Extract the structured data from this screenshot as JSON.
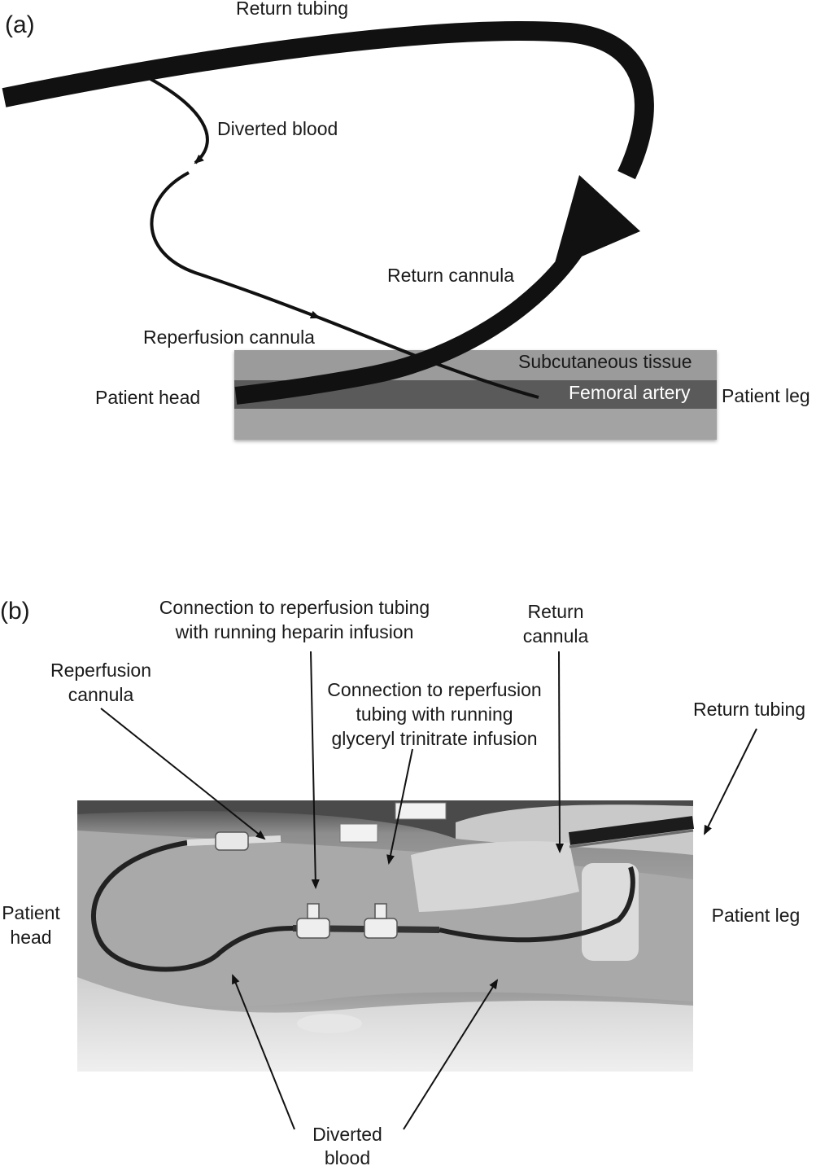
{
  "panel_a": {
    "panel_label": "(a)",
    "labels": {
      "return_tubing": "Return tubing",
      "diverted_blood": "Diverted blood",
      "return_cannula": "Return cannula",
      "reperfusion_cannula": "Reperfusion cannula",
      "subcutaneous_tissue": "Subcutaneous tissue",
      "femoral_artery": "Femoral artery",
      "patient_head": "Patient head",
      "patient_leg": "Patient leg"
    },
    "colors": {
      "tissue": "#9b9b9b",
      "artery": "#5a5a5a",
      "tubing": "#111111"
    }
  },
  "panel_b": {
    "panel_label": "(b)",
    "labels": {
      "heparin_line1": "Connection to reperfusion tubing",
      "heparin_line2": "with running heparin infusion",
      "gtn_line1": "Connection to reperfusion",
      "gtn_line2": "tubing with running",
      "gtn_line3": "glyceryl trinitrate infusion",
      "return_cannula_line1": "Return",
      "return_cannula_line2": "cannula",
      "reperfusion_line1": "Reperfusion",
      "reperfusion_line2": "cannula",
      "return_tubing": "Return tubing",
      "patient_head_line1": "Patient",
      "patient_head_line2": "head",
      "patient_leg": "Patient leg",
      "diverted_line1": "Diverted",
      "diverted_line2": "blood"
    }
  }
}
